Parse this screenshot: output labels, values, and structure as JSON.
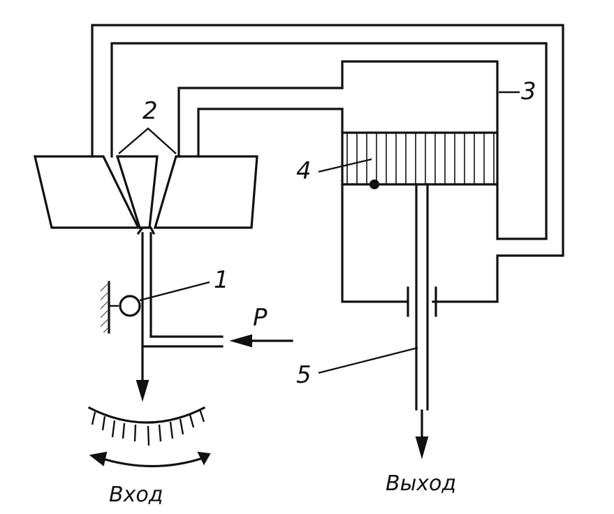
{
  "labels": {
    "n1": "1",
    "n2": "2",
    "n3": "3",
    "n4": "4",
    "n5": "5",
    "force": "P",
    "input": "Вход",
    "output": "Выход"
  },
  "colors": {
    "ink": "#111111",
    "paper": "#ffffff"
  }
}
